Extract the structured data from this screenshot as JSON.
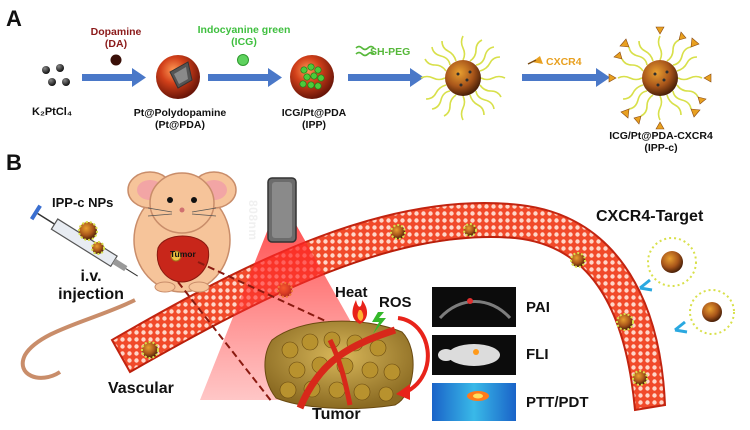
{
  "panel_a": {
    "letter": "A",
    "k2ptcl4": "K₂PtCl₄",
    "dopamine": "Dopamine",
    "da": "(DA)",
    "pt_pda_1": "Pt@Polydopamine",
    "pt_pda_2": "(Pt@PDA)",
    "icg_name": "Indocyanine green",
    "icg_abbr": "(ICG)",
    "ipp_1": "ICG/Pt@PDA",
    "ipp_2": "(IPP)",
    "sh_peg": "SH-PEG",
    "cxcr4": "CXCR4",
    "final_1": "ICG/Pt@PDA-CXCR4",
    "final_2": "(IPP-c)"
  },
  "panel_b": {
    "letter": "B",
    "ipp_c_nps": "IPP-c NPs",
    "iv": "i.v.",
    "injection": "injection",
    "tumor_small": "Tumor",
    "laser": "808nm",
    "heat": "Heat",
    "ros": "ROS",
    "vascular": "Vascular",
    "tumor": "Tumor",
    "cxcr4_target": "CXCR4-Target",
    "pai": "PAI",
    "fli": "FLI",
    "ptt_pdt": "PTT/PDT"
  },
  "colors": {
    "arrow_blue": "#4a78c8",
    "dopamine_red": "#8b1a1a",
    "icg_green": "#3fbf3f",
    "peg_green": "#56b83a",
    "cxcr4_orange": "#e8a020",
    "vessel_red": "#e8341c",
    "mouse_peach": "#f6c49a",
    "laser_red": "#e21818"
  }
}
